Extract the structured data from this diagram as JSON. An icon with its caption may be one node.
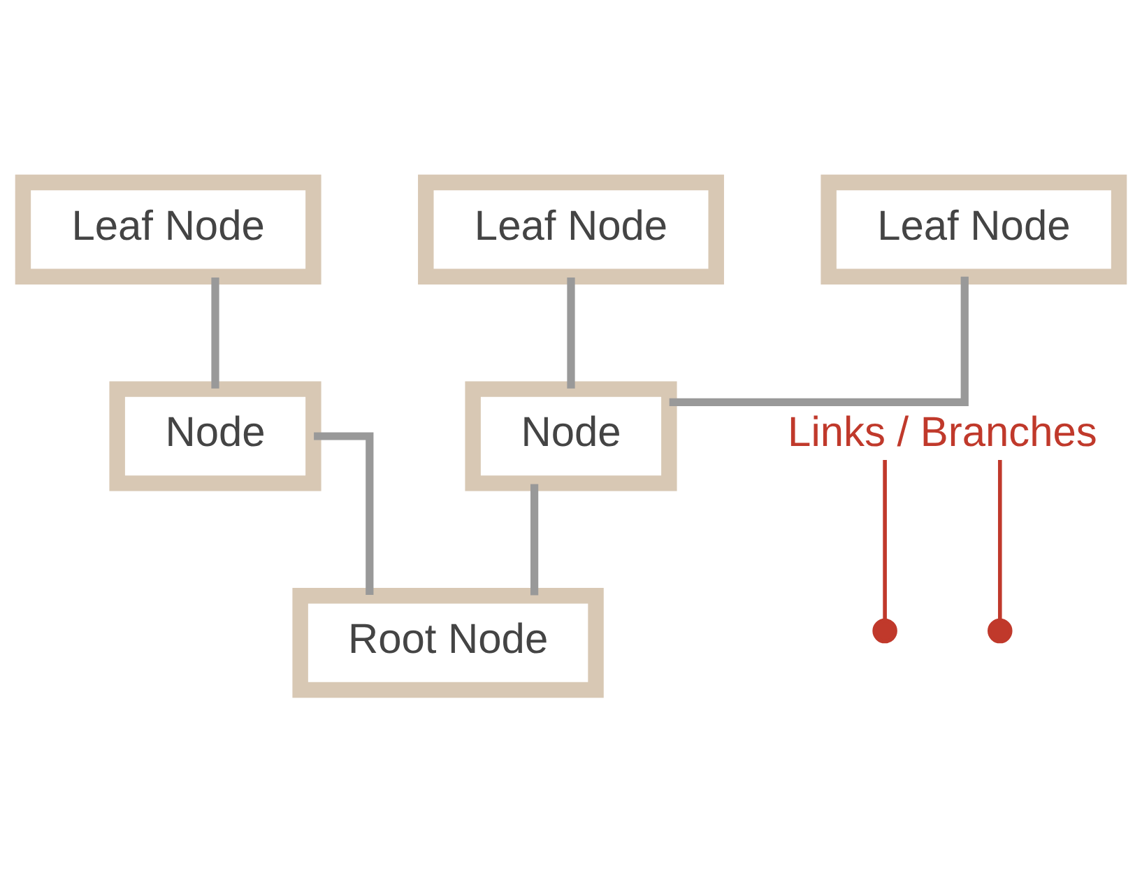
{
  "diagram": {
    "nodes": [
      {
        "text": [
          "Leaf Node"
        ]
      },
      {
        "text": [
          "Leaf Node"
        ]
      },
      {
        "text": [
          "Leaf Node"
        ]
      },
      {
        "text": [
          "Node"
        ]
      },
      {
        "text": [
          "Links / Branches"
        ]
      },
      {
        "text": [
          "Node"
        ]
      },
      {
        "text": [
          "Root Node"
        ]
      }
    ],
    "edges": [
      {
        "from": 0,
        "to": 3,
        "arrow": "none"
      },
      {
        "from": 1,
        "to": 5,
        "arrow": "none"
      },
      {
        "from": 2,
        "to": 5,
        "arrow": "none"
      },
      {
        "from": 3,
        "to": 6,
        "arrow": "none"
      },
      {
        "from": 5,
        "to": 6,
        "arrow": "none"
      },
      {
        "from": 4,
        "to": null,
        "arrow": "other",
        "color": "#c0392b"
      },
      {
        "from": 4,
        "to": null,
        "arrow": "other",
        "color": "#c0392b"
      }
    ]
  }
}
